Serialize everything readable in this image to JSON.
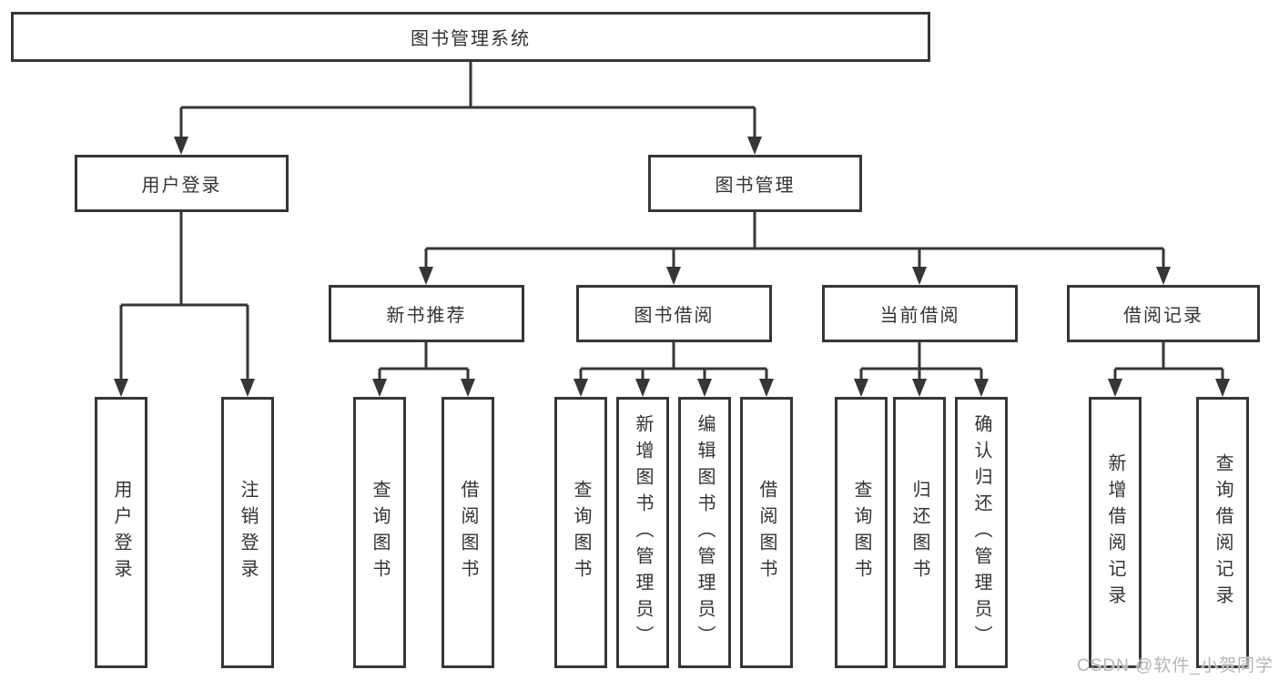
{
  "tree": {
    "root": "图书管理系统",
    "user_login": {
      "label": "用户登录",
      "children": [
        "用户登录",
        "注销登录"
      ]
    },
    "book_management": {
      "label": "图书管理",
      "groups": [
        {
          "label": "新书推荐",
          "children": [
            "查询图书",
            "借阅图书"
          ]
        },
        {
          "label": "图书借阅",
          "children": [
            "查询图书",
            "新增图书（管理员）",
            "编辑图书（管理员）",
            "借阅图书"
          ]
        },
        {
          "label": "当前借阅",
          "children": [
            "查询图书",
            "归还图书",
            "确认归还（管理员）"
          ]
        },
        {
          "label": "借阅记录",
          "children": [
            "新增借阅记录",
            "查询借阅记录"
          ]
        }
      ]
    }
  },
  "watermark": "CSDN @软件_小贺同学",
  "colors": {
    "line": "#363636",
    "text": "#333333",
    "watermark": "#b3b6ba",
    "background": "#ffffff"
  }
}
